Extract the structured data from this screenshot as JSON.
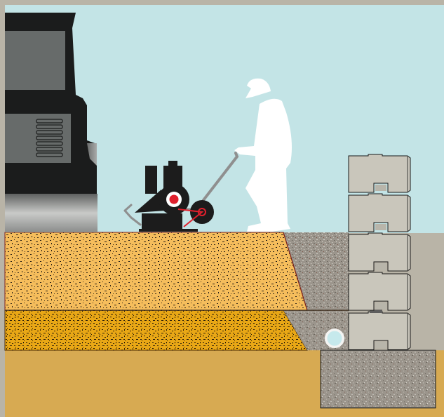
{
  "diagram": {
    "elements": [
      {
        "id": "sky",
        "label": ""
      },
      {
        "id": "native-soil",
        "label": ""
      },
      {
        "id": "compacted-backfill-upper",
        "label": ""
      },
      {
        "id": "compacted-backfill-lower",
        "label": ""
      },
      {
        "id": "drainage-aggregate",
        "label": ""
      },
      {
        "id": "leveling-pad",
        "label": ""
      },
      {
        "id": "drain-pipe",
        "label": ""
      },
      {
        "id": "retaining-wall-blocks",
        "label": "",
        "count": 5
      },
      {
        "id": "vehicle",
        "label": ""
      },
      {
        "id": "plate-compactor",
        "label": ""
      },
      {
        "id": "worker",
        "label": ""
      }
    ],
    "colors": {
      "sky": "#c3e4e6",
      "frame": "#b9b4a7",
      "soil": "#d7aa52",
      "backfill_upper": "#f5bd5c",
      "backfill_lower": "#e8a716",
      "aggregate": "#9b958c",
      "block": "#c9c6bb",
      "vehicle": "#1b1c1c",
      "vehicle_window": "#676b6a",
      "compactor": "#1c1c1c",
      "accent_red": "#e0202d",
      "worker": "#ffffff",
      "pipe": "#c6e9ec"
    },
    "icons": {
      "vehicle": "truck-icon",
      "compactor": "plate-compactor-icon",
      "worker": "worker-icon",
      "pipe": "drain-pipe-icon"
    }
  }
}
